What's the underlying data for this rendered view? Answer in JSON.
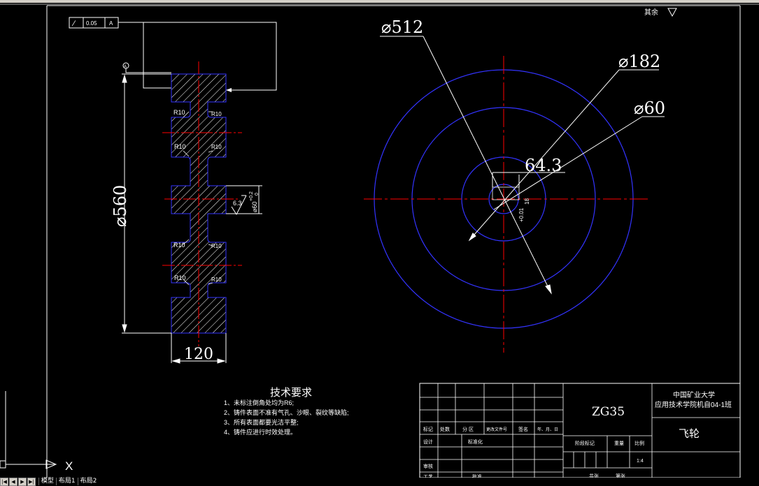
{
  "drawing": {
    "gdt": {
      "symbol": "∕",
      "tolerance": "0.05",
      "datum": "A",
      "datum_marker": "A"
    },
    "section": {
      "r_labels": [
        "R10",
        "R10",
        "R10",
        "R10",
        "R10",
        "R10",
        "R10",
        "R10"
      ],
      "dim_height": "⌀560",
      "dim_width": "120",
      "roughness": "6.3",
      "bore_dim": "⌀60",
      "bore_tol_upper": "+0.2",
      "bore_tol_lower": "0"
    },
    "front_view": {
      "dim_outer": "⌀512",
      "dim_mid": "⌀182",
      "dim_bore": "⌀60",
      "dim_keyway": "64.3",
      "key_tol": "+0.01",
      "key_tol_small": "18"
    },
    "corner_note": "其余",
    "tech_req": {
      "title": "技术要求",
      "items": [
        "1、未标注倒角处均为R6;",
        "2、铸件表面不准有气孔、沙眼、裂纹等缺陷;",
        "3、所有表面都要光洁平整;",
        "4、铸件应进行时效处理。"
      ]
    },
    "title_block": {
      "material": "ZG35",
      "school_1": "中国矿业大学",
      "school_2": "应用技术学院机自04-1班",
      "part_name": "飞轮",
      "row_headers": [
        "标记",
        "处数",
        "分 区",
        "更改文件号",
        "签名",
        "年、月、日"
      ],
      "design": "设计",
      "std": "标准化",
      "review": "审核",
      "process": "工艺",
      "approve": "批准",
      "stage_label": "阶段标记",
      "weight": "重量",
      "scale_label": "比例",
      "scale_value": "1:4",
      "sheets_total": "共张",
      "sheet_no": "第张"
    }
  },
  "ucs_label": "X",
  "tabs": [
    "模型",
    "布局1",
    "布局2"
  ],
  "colors": {
    "hatch": "#ffffff",
    "center": "#ff0000",
    "circle": "#3333ff",
    "background": "#000000"
  }
}
